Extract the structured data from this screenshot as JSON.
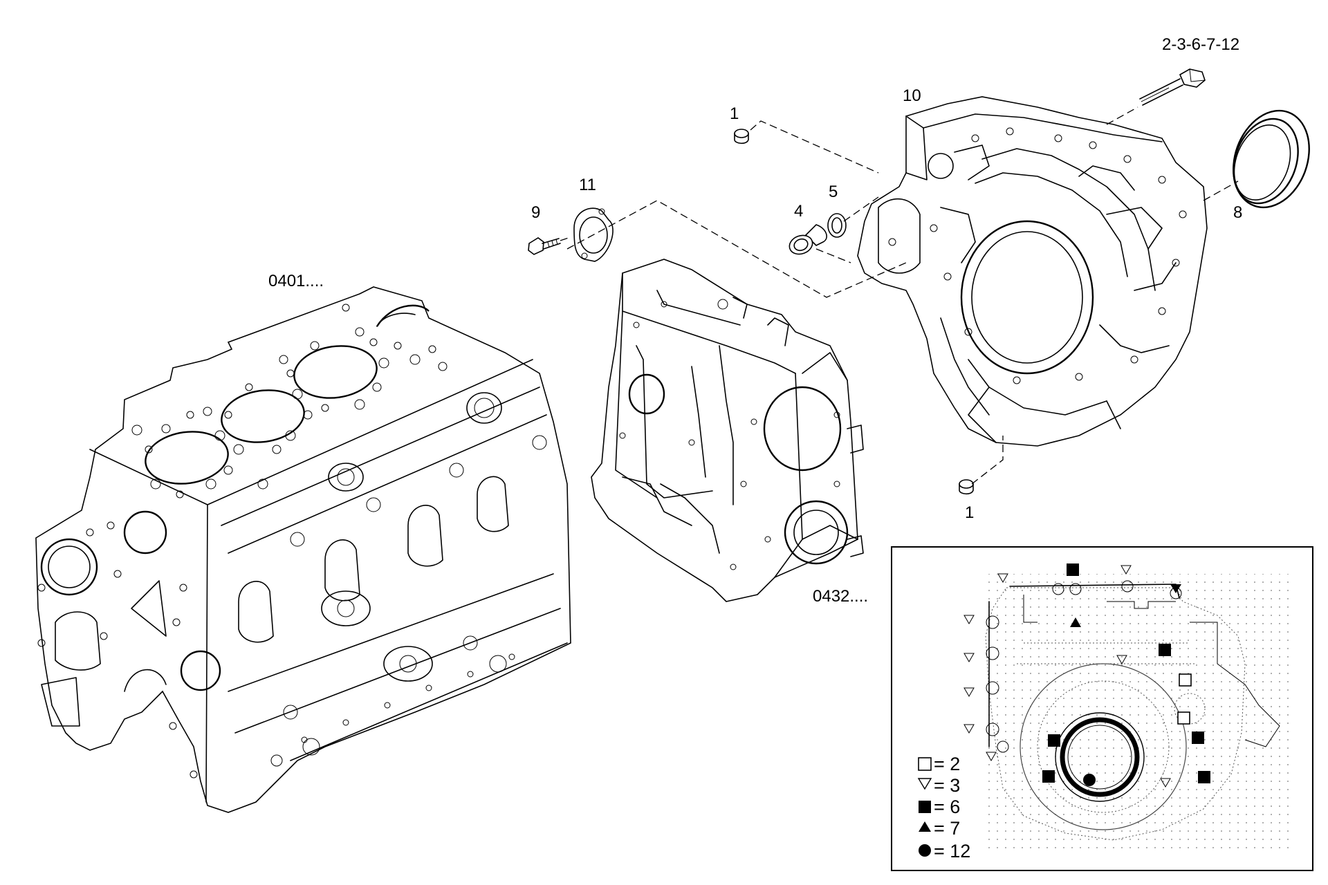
{
  "labels": {
    "ref_block": "0401....",
    "ref_plate": "0432....",
    "bolt_group": "2-3-6-7-12",
    "item_1_top": "1",
    "item_1_bottom": "1",
    "item_4": "4",
    "item_5": "5",
    "item_8": "8",
    "item_9": "9",
    "item_10": "10",
    "item_11": "11"
  },
  "legend": {
    "items": [
      {
        "symbol": "open-square",
        "text": "= 2"
      },
      {
        "symbol": "open-triangle-down",
        "text": "= 3"
      },
      {
        "symbol": "filled-square",
        "text": "= 6"
      },
      {
        "symbol": "filled-triangle-up",
        "text": "= 7"
      },
      {
        "symbol": "filled-circle",
        "text": "= 12"
      }
    ]
  }
}
